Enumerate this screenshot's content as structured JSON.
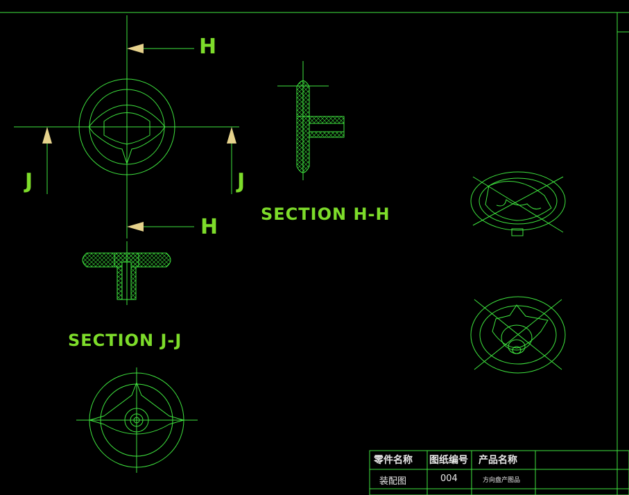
{
  "drawing": {
    "labels": {
      "h_top": "H",
      "h_bottom": "H",
      "j_left": "J",
      "j_right": "J",
      "section_hh": "SECTION H-H",
      "section_jj": "SECTION J-J"
    },
    "colors": {
      "background": "#000000",
      "linework": "#3fe63f",
      "label_text": "#7ddc2a",
      "arrow_fill": "#e6d28c",
      "title_block_text": "#e8e8e8"
    }
  },
  "title_block": {
    "headers": [
      "零件名称",
      "图纸编号",
      "产品名称"
    ],
    "values": [
      "装配图",
      "004",
      "方向盘产图品"
    ]
  }
}
